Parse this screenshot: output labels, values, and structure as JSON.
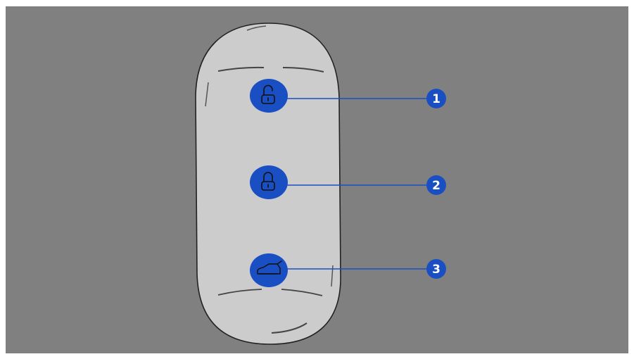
{
  "colors": {
    "background": "#808080",
    "fob_body": "#cccccc",
    "fob_outline": "#222222",
    "button_fill": "#1a4fc4",
    "leader_line": "#1a4fc4",
    "callout_fill": "#1a4fc4"
  },
  "buttons": [
    {
      "icon": "unlock-icon",
      "callout": "1"
    },
    {
      "icon": "lock-icon",
      "callout": "2"
    },
    {
      "icon": "tailgate-icon",
      "callout": "3"
    }
  ]
}
